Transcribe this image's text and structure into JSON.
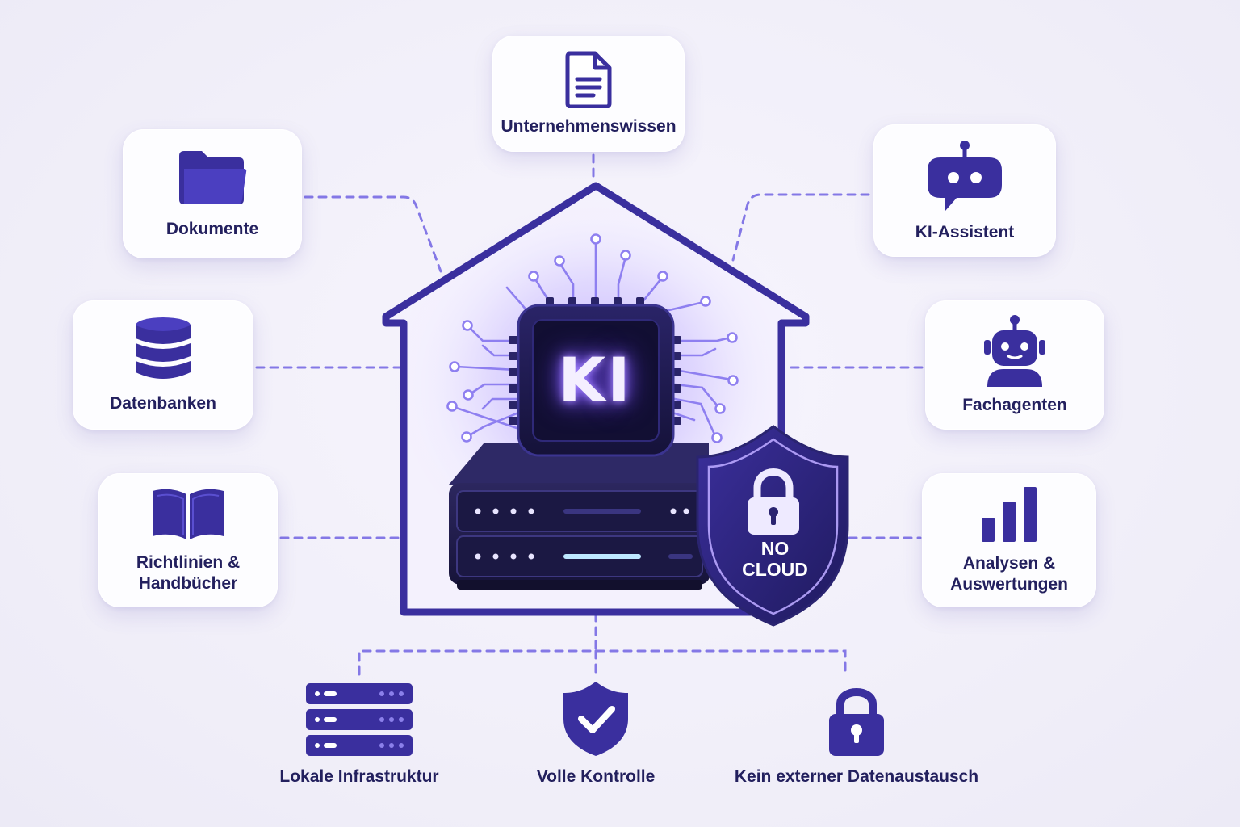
{
  "center": {
    "chip_label": "KI",
    "shield_line1": "NO",
    "shield_line2": "CLOUD"
  },
  "nodes": {
    "knowledge": "Unternehmenswissen",
    "documents": "Dokumente",
    "databases": "Datenbanken",
    "policies_line1": "Richtlinien &",
    "policies_line2": "Handbücher",
    "assistant": "KI-Assistent",
    "agents": "Fachagenten",
    "analytics_line1": "Analysen &",
    "analytics_line2": "Auswertungen"
  },
  "bottom": {
    "infrastructure": "Lokale Infrastruktur",
    "control": "Volle Kontrolle",
    "no_exchange": "Kein externer Datenaustausch"
  },
  "icons": {
    "knowledge": "document-icon",
    "documents": "folder-icon",
    "databases": "database-icon",
    "policies": "book-icon",
    "assistant": "chat-bot-icon",
    "agents": "robot-icon",
    "analytics": "bar-chart-icon",
    "infrastructure": "server-rack-icon",
    "control": "shield-check-icon",
    "no_exchange": "padlock-icon"
  },
  "colors": {
    "primary": "#3a2f9e",
    "dark": "#1e1b4b",
    "accent": "#7b6ce8",
    "glow": "#a98bff",
    "background": "#f3f1fa"
  }
}
